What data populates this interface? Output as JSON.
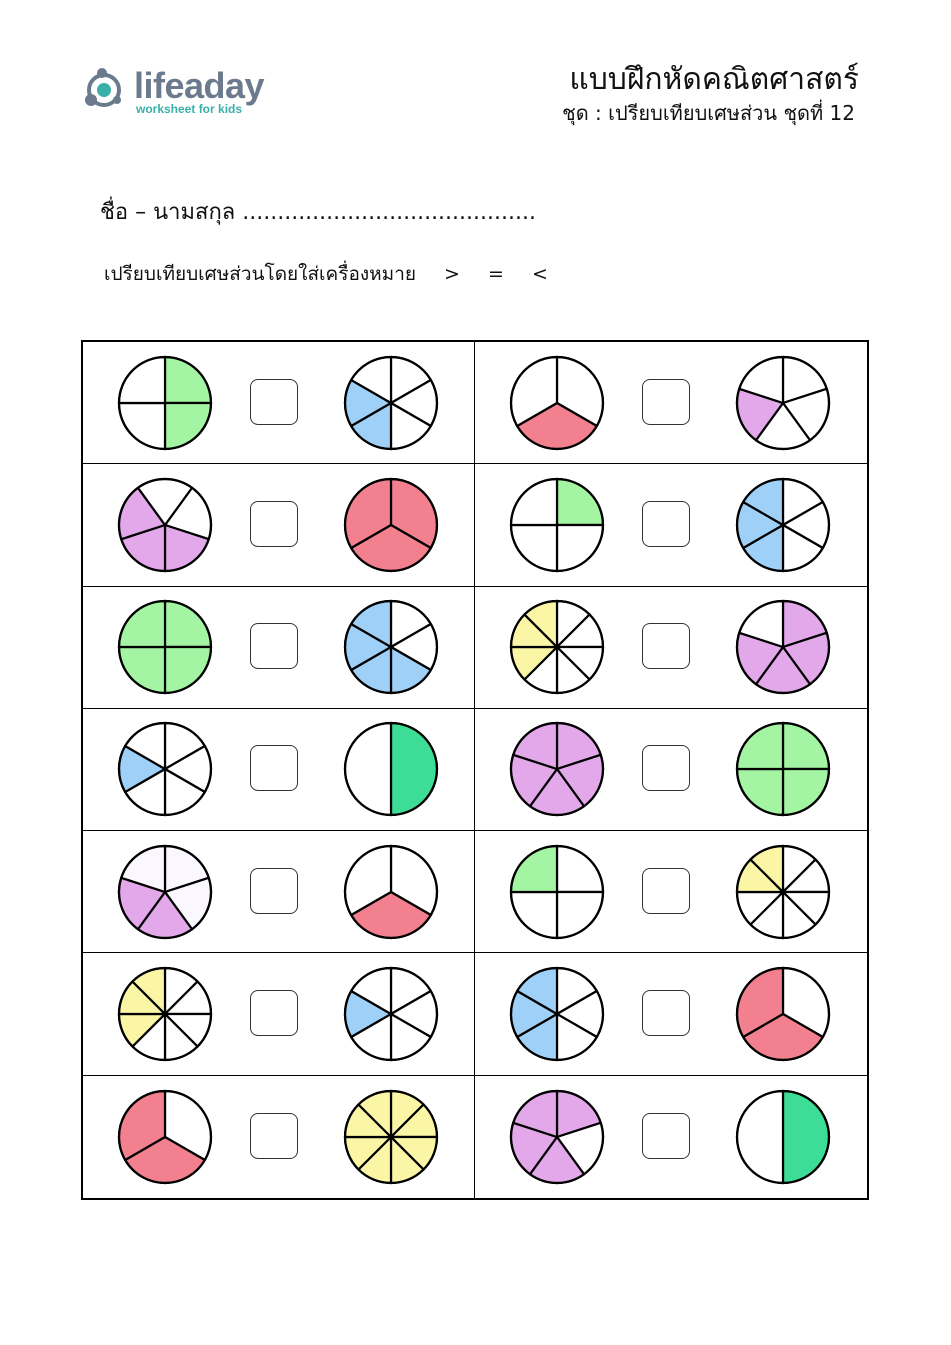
{
  "logo": {
    "name": "lifeaday",
    "tagline": "worksheet for kids",
    "colors": {
      "mark": "#6b7a8c",
      "accent": "#3bb0a8"
    }
  },
  "header": {
    "title": "แบบฝึกหัดคณิตศาสตร์",
    "subtitle": "ชุด : เปรียบเทียบเศษส่วน ชุดที่ 12"
  },
  "name_line": "ชื่อ – นามสกุล ..........................................",
  "instruction": {
    "text": "เปรียบเทียบเศษส่วนโดยใส่เครื่องหมาย",
    "symbols": [
      ">",
      "=",
      "<"
    ]
  },
  "colors": {
    "green": "#a3f5a3",
    "blue": "#9fd0f7",
    "pink": "#f2808f",
    "purple": "#e2a8ea",
    "yellow": "#fbf6a6",
    "teal": "#3ddc97",
    "lavender": "#faf7fe",
    "white": "#ffffff"
  },
  "problems": [
    {
      "left": {
        "parts": 4,
        "shaded": [
          {
            "from": 0,
            "count": 2
          }
        ],
        "start": -90,
        "color": "green"
      },
      "right": {
        "parts": 6,
        "shaded": [
          {
            "from": 3,
            "count": 2
          }
        ],
        "start": -90,
        "color": "blue"
      }
    },
    {
      "left": {
        "parts": 3,
        "shaded": [
          {
            "from": 1,
            "count": 1
          }
        ],
        "start": -90,
        "color": "pink"
      },
      "right": {
        "parts": 5,
        "shaded": [
          {
            "from": 3,
            "count": 1
          }
        ],
        "start": -90,
        "color": "purple"
      }
    },
    {
      "left": {
        "parts": 5,
        "shaded": [
          {
            "from": 1,
            "count": 3
          }
        ],
        "start": -54,
        "color": "purple"
      },
      "right": {
        "parts": 3,
        "shaded": [
          {
            "from": 0,
            "count": 3
          }
        ],
        "start": -90,
        "color": "pink"
      }
    },
    {
      "left": {
        "parts": 4,
        "shaded": [
          {
            "from": 0,
            "count": 1
          }
        ],
        "start": -90,
        "color": "green"
      },
      "right": {
        "parts": 6,
        "shaded": [
          {
            "from": 3,
            "count": 3
          }
        ],
        "start": -90,
        "color": "blue"
      }
    },
    {
      "left": {
        "parts": 4,
        "shaded": [
          {
            "from": 0,
            "count": 4
          }
        ],
        "start": -90,
        "color": "green"
      },
      "right": {
        "parts": 6,
        "shaded": [
          {
            "from": 2,
            "count": 4
          }
        ],
        "start": -90,
        "color": "blue"
      }
    },
    {
      "left": {
        "parts": 8,
        "shaded": [
          {
            "from": 5,
            "count": 3
          }
        ],
        "start": -90,
        "color": "yellow"
      },
      "right": {
        "parts": 5,
        "shaded": [
          {
            "from": 0,
            "count": 4
          }
        ],
        "start": -90,
        "color": "purple"
      }
    },
    {
      "left": {
        "parts": 6,
        "shaded": [
          {
            "from": 4,
            "count": 1
          }
        ],
        "start": -90,
        "color": "blue"
      },
      "right": {
        "parts": 2,
        "shaded": [
          {
            "from": 0,
            "count": 1
          }
        ],
        "start": -90,
        "color": "teal"
      }
    },
    {
      "left": {
        "parts": 5,
        "shaded": [
          {
            "from": 0,
            "count": 5
          }
        ],
        "start": -90,
        "color": "purple"
      },
      "right": {
        "parts": 4,
        "shaded": [
          {
            "from": 0,
            "count": 4
          }
        ],
        "start": -90,
        "color": "green"
      }
    },
    {
      "left": {
        "parts": 5,
        "shaded": [
          {
            "from": 2,
            "count": 2
          },
          {
            "from": 0,
            "count": 2,
            "tone": "lavender"
          },
          {
            "from": 4,
            "count": 1,
            "tone": "lavender"
          }
        ],
        "start": -90,
        "color": "purple"
      },
      "right": {
        "parts": 3,
        "shaded": [
          {
            "from": 1,
            "count": 1
          }
        ],
        "start": -90,
        "color": "pink"
      }
    },
    {
      "left": {
        "parts": 4,
        "shaded": [
          {
            "from": 3,
            "count": 1
          }
        ],
        "start": -90,
        "color": "green"
      },
      "right": {
        "parts": 8,
        "shaded": [
          {
            "from": 6,
            "count": 2
          }
        ],
        "start": -90,
        "color": "yellow"
      }
    },
    {
      "left": {
        "parts": 8,
        "shaded": [
          {
            "from": 5,
            "count": 3
          }
        ],
        "start": -90,
        "color": "yellow"
      },
      "right": {
        "parts": 6,
        "shaded": [
          {
            "from": 4,
            "count": 1
          }
        ],
        "start": -90,
        "color": "blue"
      }
    },
    {
      "left": {
        "parts": 6,
        "shaded": [
          {
            "from": 3,
            "count": 3
          }
        ],
        "start": -90,
        "color": "blue"
      },
      "right": {
        "parts": 3,
        "shaded": [
          {
            "from": 1,
            "count": 2
          }
        ],
        "start": -90,
        "color": "pink"
      }
    },
    {
      "left": {
        "parts": 3,
        "shaded": [
          {
            "from": 1,
            "count": 2
          }
        ],
        "start": -90,
        "color": "pink"
      },
      "right": {
        "parts": 8,
        "shaded": [
          {
            "from": 0,
            "count": 8
          }
        ],
        "start": -90,
        "color": "yellow"
      }
    },
    {
      "left": {
        "parts": 5,
        "shaded": [
          {
            "from": 0,
            "count": 1
          },
          {
            "from": 2,
            "count": 3
          }
        ],
        "start": -90,
        "color": "purple"
      },
      "right": {
        "parts": 2,
        "shaded": [
          {
            "from": 0,
            "count": 1
          }
        ],
        "start": -90,
        "color": "teal"
      }
    }
  ]
}
